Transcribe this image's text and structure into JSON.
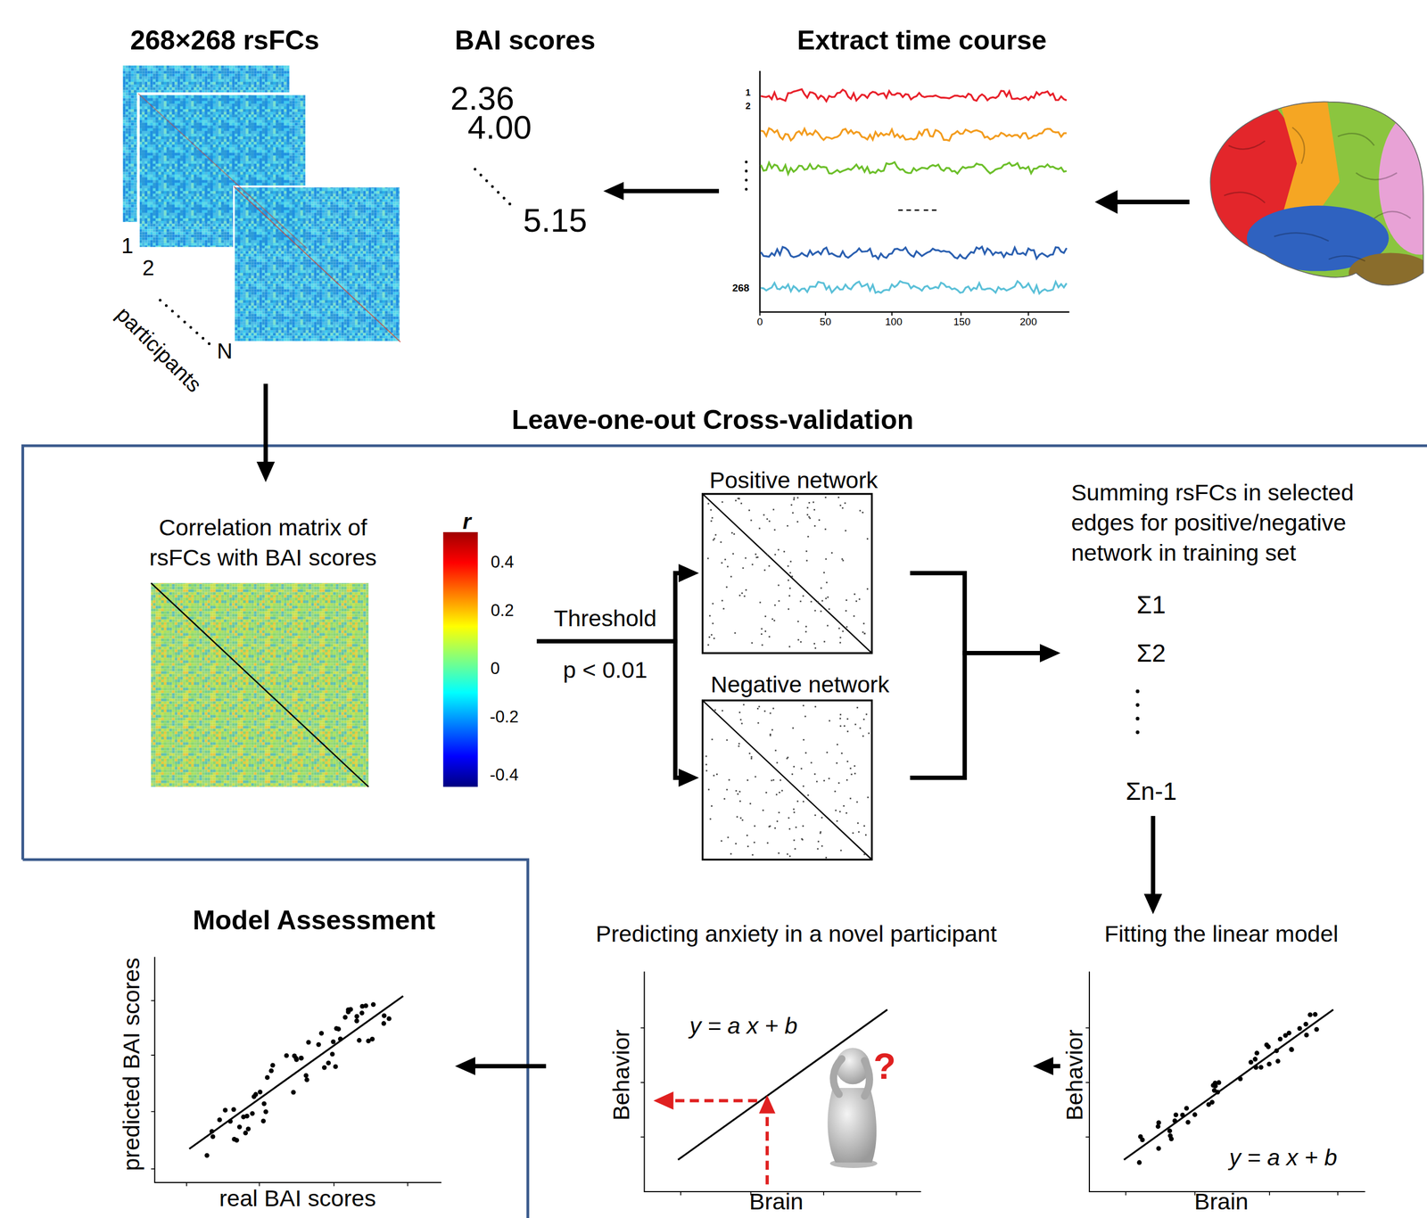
{
  "diagram": {
    "nodes": [
      {
        "text": [
          "268×268 rsFCs"
        ]
      },
      {
        "text": [
          "BAI scores"
        ]
      },
      {
        "text": [
          "Extract time course"
        ]
      },
      {
        "text": [
          "Leave-one-out Cross-validation"
        ]
      },
      {
        "text": [
          "Correlation matrix of rsFCs with BAI scores"
        ],
        "in": 3
      },
      {
        "text": [
          "Positive network"
        ],
        "in": 3
      },
      {
        "text": [
          "Negative network"
        ],
        "in": 3
      },
      {
        "text": [
          "Summing rsFCs in selected edges for positive/negative network in training set",
          "Σ1",
          "Σ2",
          "Σn-1"
        ],
        "in": 3
      },
      {
        "text": [
          "Fitting the linear model",
          "Behavior",
          "Brain",
          "y = a x + b"
        ],
        "in": 3
      },
      {
        "text": [
          "Predicting anxiety in a novel participant",
          "Behavior",
          "y = a x + b",
          "Brain",
          "?"
        ],
        "in": 3
      },
      {
        "text": [
          "Model Assessment",
          "predicted BAI scores",
          "real BAI scores"
        ]
      }
    ],
    "edges": [
      {
        "from": 2,
        "to": 1,
        "arrow": "to"
      },
      {
        "from": 0,
        "to": 4,
        "arrow": "to"
      },
      {
        "from": 4,
        "to": 5,
        "label": "Threshold",
        "arrow": "to"
      },
      {
        "from": 4,
        "to": 6,
        "label": "p < 0.01",
        "arrow": "to"
      },
      {
        "from": 5,
        "to": 7,
        "arrow": "to"
      },
      {
        "from": 6,
        "to": 7,
        "arrow": "to"
      },
      {
        "from": 7,
        "to": 8,
        "arrow": "to"
      },
      {
        "from": 8,
        "to": 9,
        "arrow": "to"
      },
      {
        "from": 9,
        "to": 10,
        "arrow": "to"
      }
    ],
    "labels": [
      "1",
      "2",
      "participants",
      "N",
      "2.36",
      "4.00",
      "5.15",
      "1",
      "2",
      "268",
      "0",
      "50",
      "100",
      "150",
      "200",
      "r",
      "0.4",
      "0.2",
      "0",
      "-0.2",
      "-0.4"
    ]
  }
}
